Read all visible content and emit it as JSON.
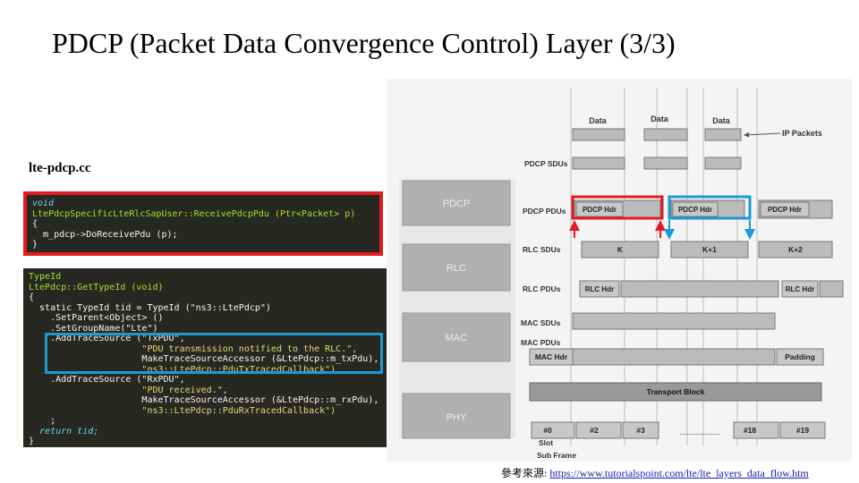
{
  "slide": {
    "title": "PDCP (Packet Data Convergence Control) Layer (3/3)",
    "file_label": "lte-pdcp.cc",
    "footer_prefix": "參考來源: ",
    "footer_link": "https://www.tutorialspoint.com/lte/lte_layers_data_flow.htm"
  },
  "code_block_1": {
    "lines": [
      "void",
      "LtePdcpSpecificLteRlcSapUser::ReceivePdcpPdu (Ptr<Packet> p)",
      "{",
      "  m_pdcp->DoReceivePdu (p);",
      "}"
    ]
  },
  "code_block_2": {
    "lines": [
      "TypeId",
      "LtePdcp::GetTypeId (void)",
      "{",
      "  static TypeId tid = TypeId (\"ns3::LtePdcp\")",
      "    .SetParent<Object> ()",
      "    .SetGroupName(\"Lte\")",
      "    .AddTraceSource (\"TxPDU\",",
      "                     \"PDU transmission notified to the RLC.\",",
      "                     MakeTraceSourceAccessor (&LtePdcp::m_txPdu),",
      "                     \"ns3::LtePdcp::PduTxTracedCallback\")",
      "    .AddTraceSource (\"RxPDU\",",
      "                     \"PDU received.\",",
      "                     MakeTraceSourceAccessor (&LtePdcp::m_rxPdu),",
      "                     \"ns3::LtePdcp::PduRxTracedCallback\")",
      "    ;",
      "  return tid;",
      "}"
    ]
  },
  "diagram": {
    "layers": [
      "PDCP",
      "RLC",
      "MAC",
      "PHY"
    ],
    "ip_packets_label": "IP Packets",
    "data_labels": [
      "Data",
      "Data",
      "Data"
    ],
    "row_labels": {
      "pdcp_sdus": "PDCP SDUs",
      "pdcp_pdus": "PDCP PDUs",
      "rlc_sdus": "RLC SDUs",
      "rlc_pdus": "RLC PDUs",
      "mac_sdus": "MAC SDUs",
      "mac_pdus": "MAC PDUs"
    },
    "pdcp_hdr": "PDCP Hdr",
    "rlc_segments": [
      "K",
      "K+1",
      "K+2"
    ],
    "rlc_hdr": "RLC Hdr",
    "mac_hdr": "MAC Hdr",
    "padding": "Padding",
    "transport_block": "Transport Block",
    "slots": [
      "#0",
      "#2",
      "#3",
      "#18",
      "#19"
    ],
    "dots": "..................",
    "slot_label": "Slot",
    "subframe_label": "Sub Frame"
  },
  "colors": {
    "highlight_red": "#e11b22",
    "highlight_blue": "#1a9ad6",
    "code_bg": "#272822"
  }
}
